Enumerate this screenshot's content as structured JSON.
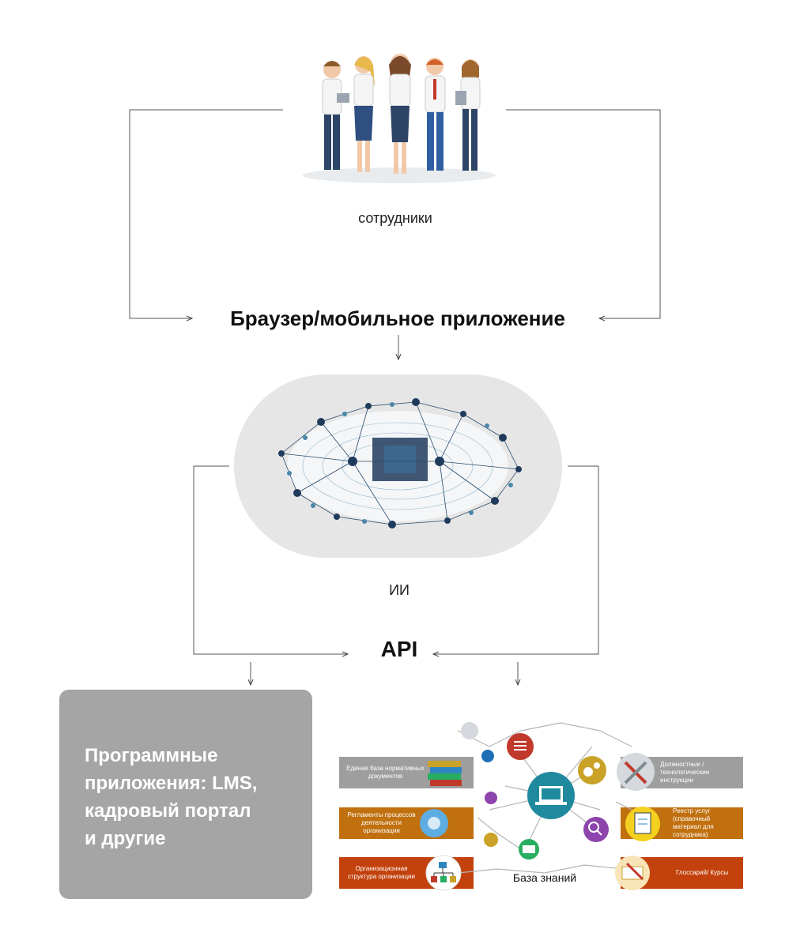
{
  "employees": {
    "caption": "сотрудники"
  },
  "browser": {
    "title": "Браузер/мобильное приложение"
  },
  "ai": {
    "caption": "ИИ"
  },
  "api": {
    "title": "API"
  },
  "apps": {
    "text": "Программные\nприложения: LMS,\nкадровый портал\n и другие"
  },
  "knowledge_base": {
    "caption": "База знаний",
    "left_items": [
      "Единая база нормативных документов",
      "Регламенты процессов деятельности организации",
      "Организационная структура организации"
    ],
    "right_items": [
      "Должностные / технологические инструкции",
      "Реестр услуг (справочный материал для сотрудника)",
      "Глоссарий/ Курсы"
    ]
  },
  "colors": {
    "band_gray": "#9e9e9e",
    "band_orange": "#c0700e",
    "band_red": "#c2410c",
    "apps_box": "#a5a5a5",
    "oval_bg": "#e6e6e6",
    "network_dark": "#1f3b5c",
    "network_light": "#4b88a8"
  }
}
